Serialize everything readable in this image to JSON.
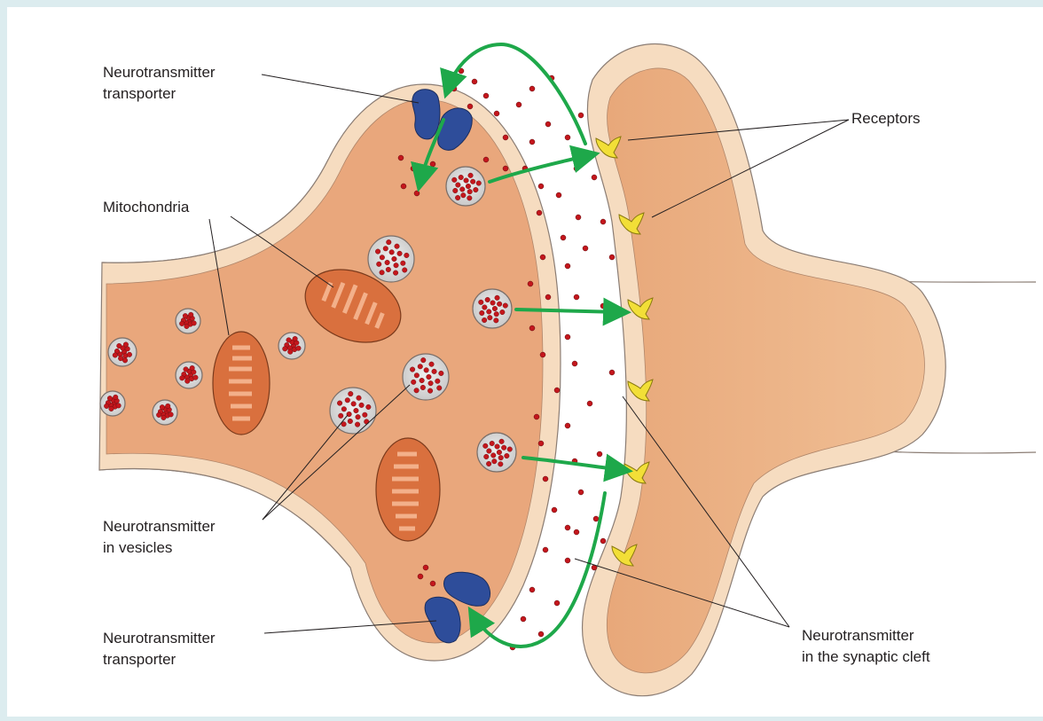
{
  "labels": {
    "transporter_top": [
      "Neurotransmitter",
      "transporter"
    ],
    "mitochondria": "Mitochondria",
    "vesicles": [
      "Neurotransmitter",
      "in vesicles"
    ],
    "transporter_bottom": [
      "Neurotransmitter",
      "transporter"
    ],
    "receptors": "Receptors",
    "cleft": [
      "Neurotransmitter",
      "in the synaptic cleft"
    ]
  },
  "colors": {
    "background_frame": "#dcecef",
    "membrane_outer": "#f6dcc0",
    "cell_fill": "#e9a77c",
    "cleft": "#ffffff",
    "vesicle": "#d4d4d4",
    "neurotransmitter_dot": "#c4161c",
    "mitochondria": "#d9703e",
    "transporter": "#2e4d9a",
    "receptor": "#f2df37",
    "arrow": "#1ea84a"
  }
}
